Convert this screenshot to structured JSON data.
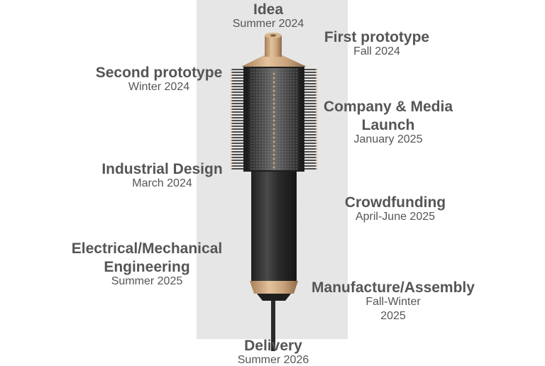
{
  "milestones": [
    {
      "title": "Idea",
      "date": "Summer 2024"
    },
    {
      "title": "First prototype",
      "date": "Fall 2024"
    },
    {
      "title": "Second prototype",
      "date": "Winter 2024"
    },
    {
      "title": "Company & Media",
      "title2": "Launch",
      "date": "January 2025"
    },
    {
      "title": "Industrial Design",
      "date": "March 2024"
    },
    {
      "title": "Crowdfunding",
      "date": "April-June 2025"
    },
    {
      "title": "Electrical/Mechanical",
      "title2": "Engineering",
      "date": "Summer 2025"
    },
    {
      "title": "Manufacture/Assembly",
      "date": "Fall-Winter",
      "date2": "2025"
    },
    {
      "title": "Delivery",
      "date": "Summer 2026"
    }
  ],
  "colors": {
    "text": "#555555",
    "panel": "#e6e6e6",
    "body": "#2e2e2e",
    "gold": "#c9a27a"
  },
  "icons": {
    "product": "hair-styler-brush-icon"
  }
}
